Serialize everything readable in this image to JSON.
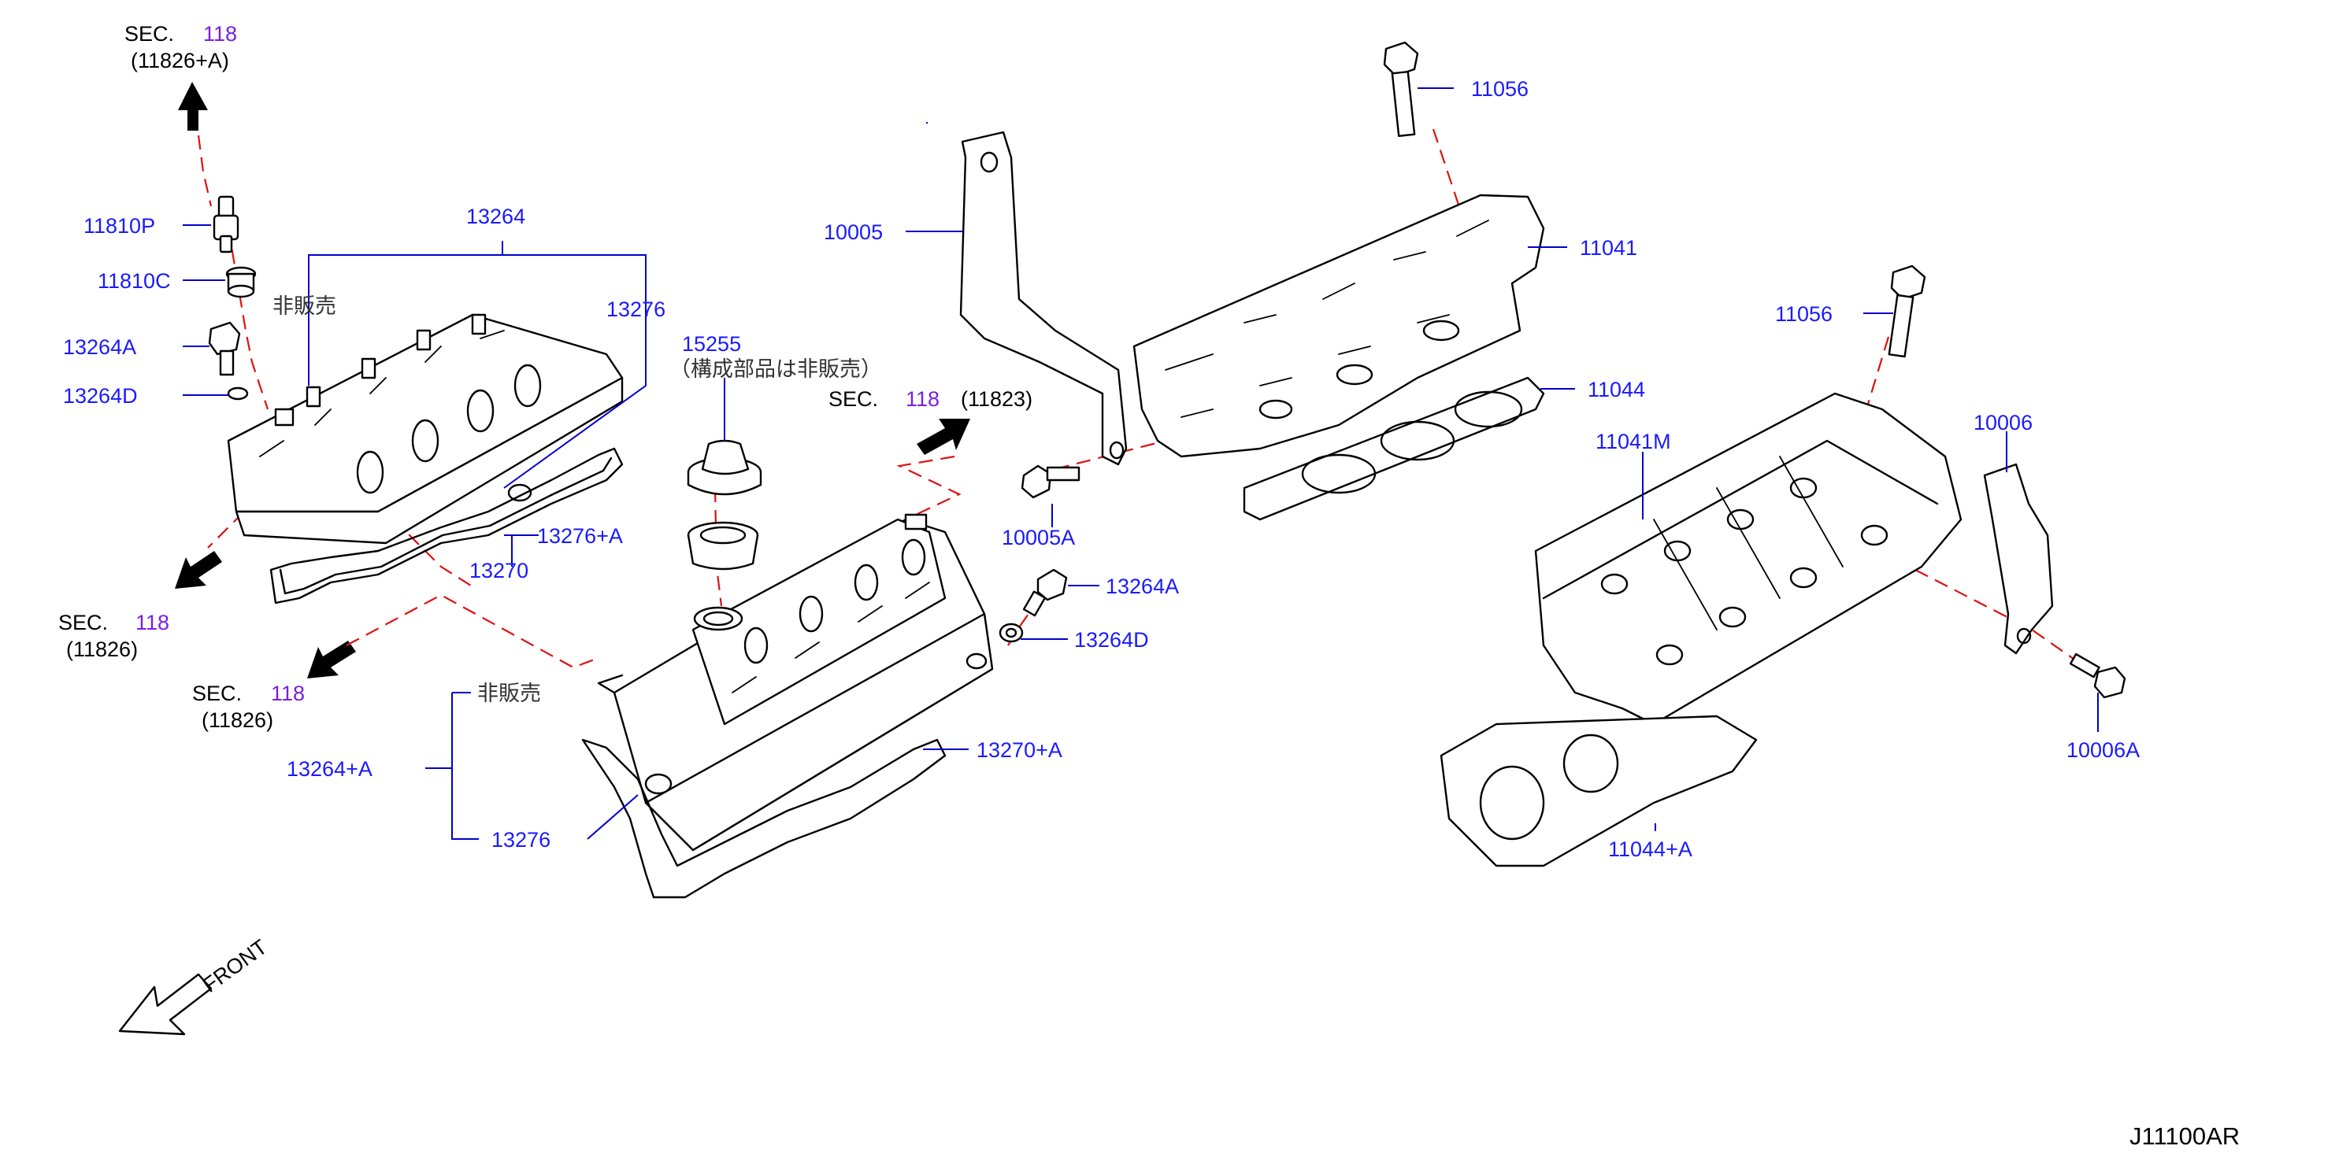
{
  "diagram_code": "J11100AR",
  "front_label": "FRONT",
  "not_sold_label": "非販売",
  "sec_refs": [
    {
      "sec": "SEC.",
      "num": "118",
      "ref": "(11826+A)"
    },
    {
      "sec": "SEC.",
      "num": "118",
      "ref": "(11826)"
    },
    {
      "sec": "SEC.",
      "num": "118",
      "ref": "(11826)"
    },
    {
      "sec": "SEC.",
      "num": "118",
      "ref": "(11823)"
    }
  ],
  "parts": {
    "p11810P": "11810P",
    "p11810C": "11810C",
    "p13264A_left": "13264A",
    "p13264D_left": "13264D",
    "p13264": "13264",
    "p13276_top": "13276",
    "p13276A": "13276+A",
    "p13270": "13270",
    "p15255": "15255",
    "p15255_note": "（構成部品は非販売）",
    "p13264A_right": "13264A",
    "p13264D_right": "13264D",
    "p13270A": "13270+A",
    "p13264plusA": "13264+A",
    "p13276_bottom": "13276",
    "p10005": "10005",
    "p10005A": "10005A",
    "p11056_top": "11056",
    "p11041": "11041",
    "p11044": "11044",
    "p11056_right": "11056",
    "p11041M": "11041M",
    "p10006": "10006",
    "p10006A": "10006A",
    "p11044A": "11044+A"
  }
}
